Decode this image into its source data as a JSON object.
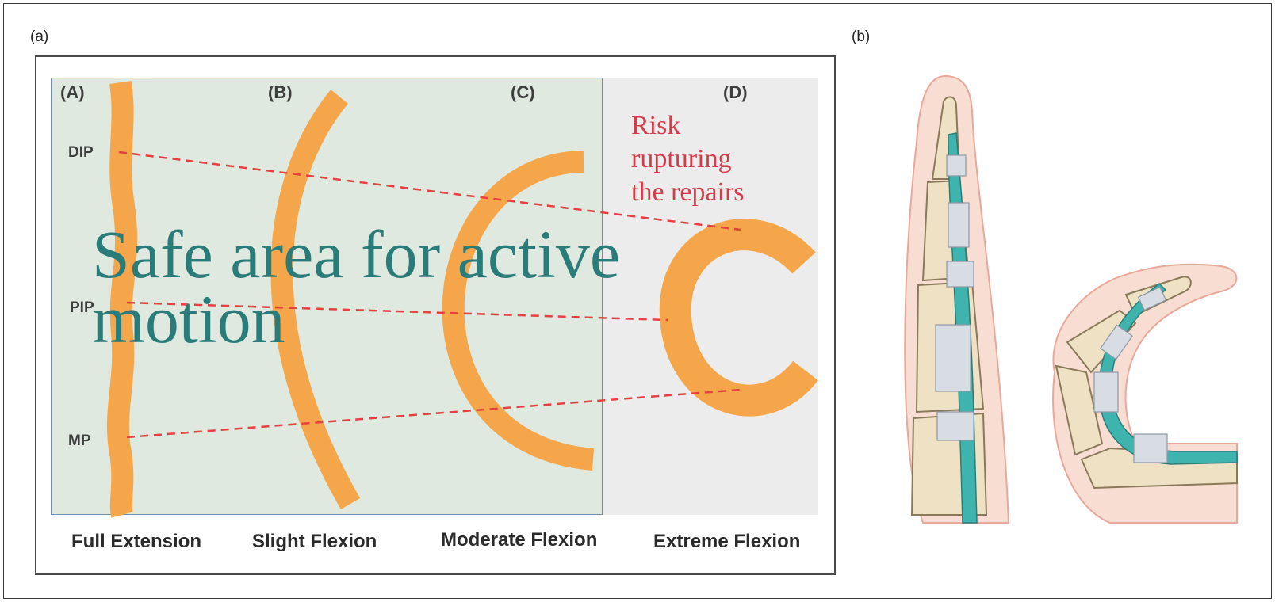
{
  "panels": {
    "a_label": "(a)",
    "b_label": "(b)"
  },
  "columns": [
    {
      "letter": "(A)",
      "caption": "Full Extension"
    },
    {
      "letter": "(B)",
      "caption": "Slight Flexion"
    },
    {
      "letter": "(C)",
      "caption": "Moderate Flexion"
    },
    {
      "letter": "(D)",
      "caption": "Extreme Flexion"
    }
  ],
  "joints": [
    "DIP",
    "PIP",
    "MP"
  ],
  "safe_area_text": "Safe area for active motion",
  "risk_text": "Risk rupturing the repairs",
  "colors": {
    "finger": "#f5a64a",
    "dashed_line": "#e64040",
    "safe_area_bg": "#dfe9df",
    "risk_area_bg": "#ececec",
    "safe_text": "#2a7c7a",
    "risk_text": "#d53c4a",
    "tendon": "#3fb3ad",
    "skin": "#f7ddd2",
    "bone": "#efe1c4"
  }
}
